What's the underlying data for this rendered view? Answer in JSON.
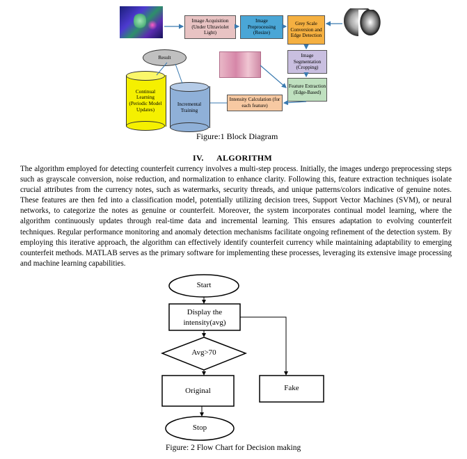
{
  "figure1": {
    "boxes": {
      "acquisition": "Image Acquisition (Under Ultraviolet Light)",
      "preprocessing": "Image Preprocessing (Resize)",
      "grey_scale": "Grey Scale Conversion and Edge Detection",
      "segmentation": "Image Segmentation (Cropping)",
      "feature_extraction": "Feature Extraction (Edge-Based)",
      "intensity": "Intensity Calculation (for each feature)",
      "result": "Result",
      "continual": "Continual Learning (Periodic Model Updates)",
      "incremental": "Incremental Training"
    },
    "caption": "Figure:1 Block Diagram"
  },
  "section": {
    "number": "IV.",
    "title": "ALGORITHM"
  },
  "paragraph": "The algorithm employed for detecting counterfeit currency involves a multi-step process. Initially, the images undergo preprocessing steps such as grayscale conversion, noise reduction, and normalization to enhance clarity. Following this, feature extraction techniques isolate crucial attributes from the currency notes, such as watermarks, security threads, and unique patterns/colors indicative of genuine notes. These features are then fed into a classification model, potentially utilizing decision trees, Support Vector Machines (SVM), or neural networks, to categorize the notes as genuine or counterfeit. Moreover, the system incorporates continual model learning, where the algorithm continuously updates through real-time data and incremental learning. This ensures adaptation to evolving counterfeit techniques. Regular performance monitoring and anomaly detection mechanisms facilitate ongoing refinement of the detection system. By employing this iterative approach, the algorithm can effectively identify counterfeit currency while maintaining adaptability to emerging counterfeit methods. MATLAB serves as the primary software for implementing these processes, leveraging its extensive image processing and machine learning capabilities.",
  "figure2": {
    "start": "Start",
    "display_line1": "Display the",
    "display_line2": "intensity(avg)",
    "decision": "Avg>70",
    "original": "Original",
    "fake": "Fake",
    "stop": "Stop",
    "caption": "Figure: 2 Flow Chart for Decision making"
  },
  "colors": {
    "pink_box": "#e8c3c3",
    "blue_box": "#4aa6d6",
    "orange_box": "#f5b041",
    "purple_box": "#c9bfe0",
    "green_box": "#bfe0bf",
    "peach_box": "#f7c9a2",
    "result_oval": "#c0c0c0",
    "yellow_cyl": "#f5f000",
    "blue_cyl": "#8fb0d8"
  }
}
